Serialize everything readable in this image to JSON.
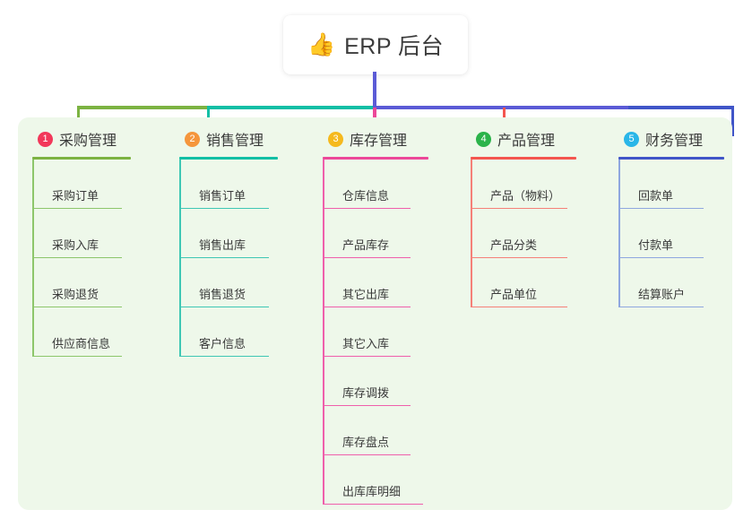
{
  "root": {
    "icon": "thumbs-up-icon",
    "icon_glyph": "👍",
    "title": "ERP 后台"
  },
  "theme": {
    "panel_background": "#eef8ea",
    "page_background": "#ffffff",
    "card_background": "#ffffff",
    "text": "#3a3a3a"
  },
  "connectors": {
    "stem_color": "#5b5bd6",
    "bus_segments": [
      {
        "name": "bus-green",
        "color": "#7cb342"
      },
      {
        "name": "bus-teal",
        "color": "#12bfa5"
      },
      {
        "name": "bus-indigo",
        "color": "#5b5bd6"
      },
      {
        "name": "bus-blue",
        "color": "#4055c8"
      }
    ],
    "drops": [
      {
        "name": "drop-1",
        "color": "#7cb342"
      },
      {
        "name": "drop-2",
        "color": "#12bfa5"
      },
      {
        "name": "drop-3",
        "color": "#ec4899"
      },
      {
        "name": "drop-4",
        "color": "#f4564f"
      },
      {
        "name": "drop-5",
        "color": "#4055c8"
      }
    ]
  },
  "columns": [
    {
      "number": "1",
      "badge_color": "#f2385a",
      "rule_color": "#7cb342",
      "line_color": "#8dc66b",
      "title": "采购管理",
      "items": [
        {
          "label": "采购订单"
        },
        {
          "label": "采购入库"
        },
        {
          "label": "采购退货"
        },
        {
          "label": "供应商信息"
        }
      ]
    },
    {
      "number": "2",
      "badge_color": "#f5963c",
      "rule_color": "#12bfa5",
      "line_color": "#3fc7b4",
      "title": "销售管理",
      "items": [
        {
          "label": "销售订单"
        },
        {
          "label": "销售出库"
        },
        {
          "label": "销售退货"
        },
        {
          "label": "客户信息"
        }
      ]
    },
    {
      "number": "3",
      "badge_color": "#f5b91e",
      "rule_color": "#ec4899",
      "line_color": "#ef5fab",
      "title": "库存管理",
      "items": [
        {
          "label": "仓库信息"
        },
        {
          "label": "产品库存"
        },
        {
          "label": "其它出库"
        },
        {
          "label": "其它入库"
        },
        {
          "label": "库存调拨"
        },
        {
          "label": "库存盘点"
        },
        {
          "label": "出库库明细"
        }
      ]
    },
    {
      "number": "4",
      "badge_color": "#2bb34a",
      "rule_color": "#f4564f",
      "line_color": "#f58078",
      "title": "产品管理",
      "items": [
        {
          "label": "产品（物料）"
        },
        {
          "label": "产品分类"
        },
        {
          "label": "产品单位"
        }
      ]
    },
    {
      "number": "5",
      "badge_color": "#29b6e8",
      "rule_color": "#4055c8",
      "line_color": "#8fa7df",
      "title": "财务管理",
      "items": [
        {
          "label": "回款单"
        },
        {
          "label": "付款单"
        },
        {
          "label": "结算账户"
        }
      ]
    }
  ]
}
